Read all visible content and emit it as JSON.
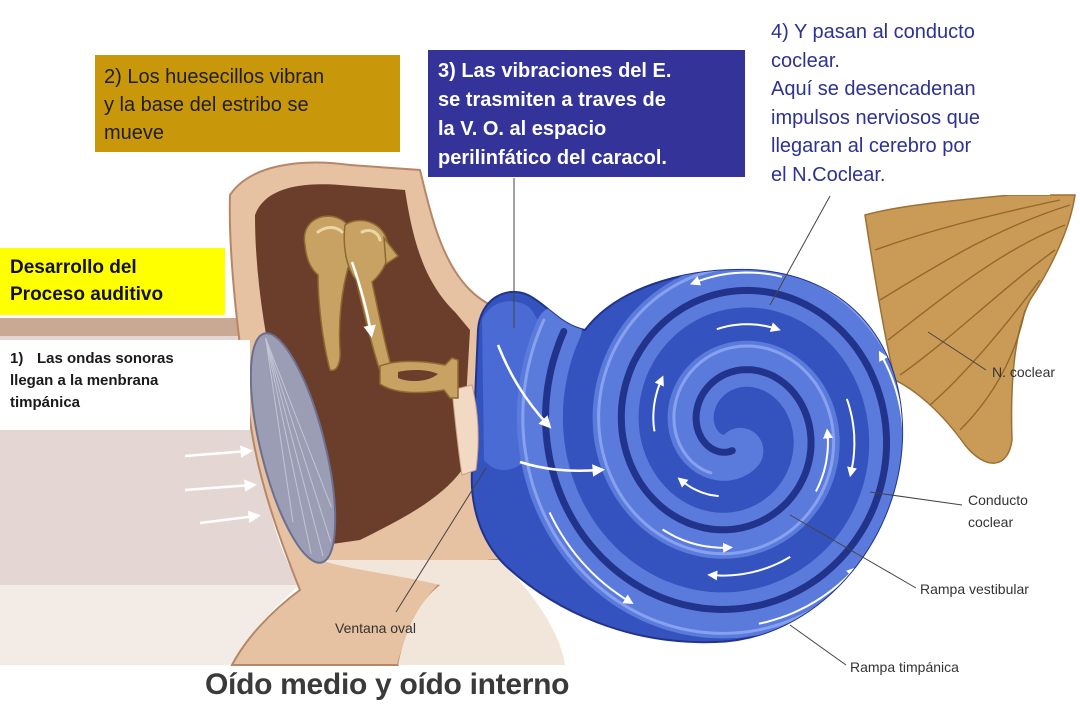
{
  "slide_title": "Oído medio y oído interno",
  "header": {
    "lines": [
      "Desarrollo del",
      "Proceso auditivo"
    ]
  },
  "steps": {
    "step1": {
      "number": "1)",
      "lines": [
        "Las ondas sonoras",
        "llegan a la menbrana",
        "timpánica"
      ]
    },
    "step2": {
      "lines": [
        "2) Los huesecillos vibran",
        "y la base del estribo se",
        "mueve"
      ]
    },
    "step3": {
      "lines": [
        "3) Las vibraciones del E.",
        "se trasmiten a traves de",
        "la V. O. al espacio",
        "perilinfático del caracol."
      ]
    },
    "step4": {
      "lines": [
        "4) Y pasan al conducto",
        "coclear.",
        "Aquí se desencadenan",
        "impulsos nerviosos que",
        "llegaran al cerebro por",
        "el N.Coclear."
      ]
    }
  },
  "anatomy_labels": {
    "n_coclear": "N. coclear",
    "conducto_coclear": [
      "Conducto",
      "coclear"
    ],
    "rampa_vestibular": "Rampa vestibular",
    "rampa_timpanica": "Rampa timpánica",
    "ventana_oval": "Ventana oval"
  },
  "colors": {
    "step2_box": "#c8980a",
    "step3_box": "#333399",
    "header_box": "#ffff00",
    "step4_text": "#2d3192",
    "cochlea": "#3453be",
    "cochlea_band": "#5b7bdc",
    "nerve": "#c99b57",
    "cavity": "#6b3e2b",
    "ossicles": "#c8a263",
    "membrane": "#9a9db4",
    "bone": "#e6c1a2"
  }
}
